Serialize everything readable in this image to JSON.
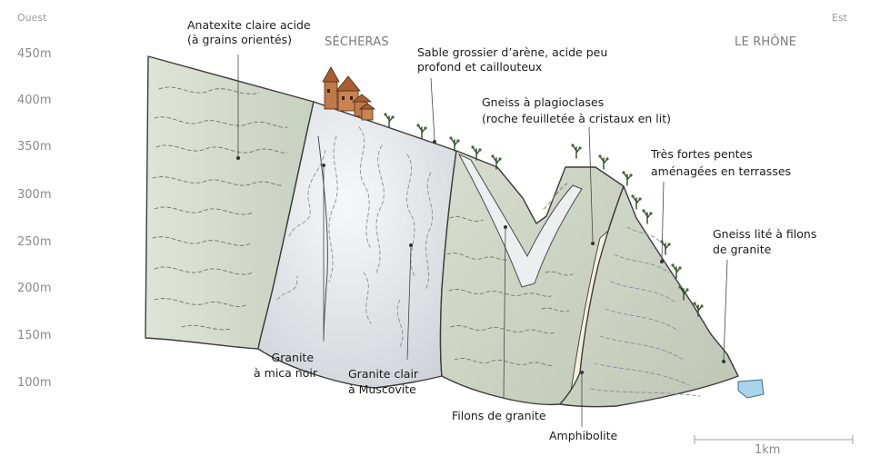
{
  "compass": {
    "west": "Ouest",
    "east": "Est"
  },
  "altitudes": [
    "450m",
    "400m",
    "350m",
    "300m",
    "250m",
    "200m",
    "150m",
    "100m"
  ],
  "places": {
    "village": "SÉCHERAS",
    "river": "LE RHÔNE"
  },
  "labels": {
    "anatexite": [
      "Anatexite claire acide",
      "(à grains orientés)"
    ],
    "sable": [
      "Sable grossier d’arène, acide peu",
      "profond et caillouteux"
    ],
    "gneiss_plagioclases": [
      "Gneiss à plagioclases",
      "(roche feuilletée à cristaux en lit)"
    ],
    "pentes": [
      "Très fortes pentes",
      "aménagées en terrasses"
    ],
    "gneiss_lite": [
      "Gneiss lité à filons",
      "de granite"
    ],
    "granite_mica": [
      "Granite",
      "à mica noir"
    ],
    "granite_clair": [
      "Granite clair",
      "à Muscovite"
    ],
    "filons": [
      "Filons de granite"
    ],
    "amphibolite": [
      "Amphibolite"
    ]
  },
  "scale_bar": {
    "label": "1km"
  },
  "colors": {
    "anatexite": "#d4dbcd",
    "granite": "#e9ecef",
    "gneiss": "#cdd3c3",
    "dyke": "#f4f2de",
    "water": "#a9d3ea",
    "village": "#c07a48"
  }
}
